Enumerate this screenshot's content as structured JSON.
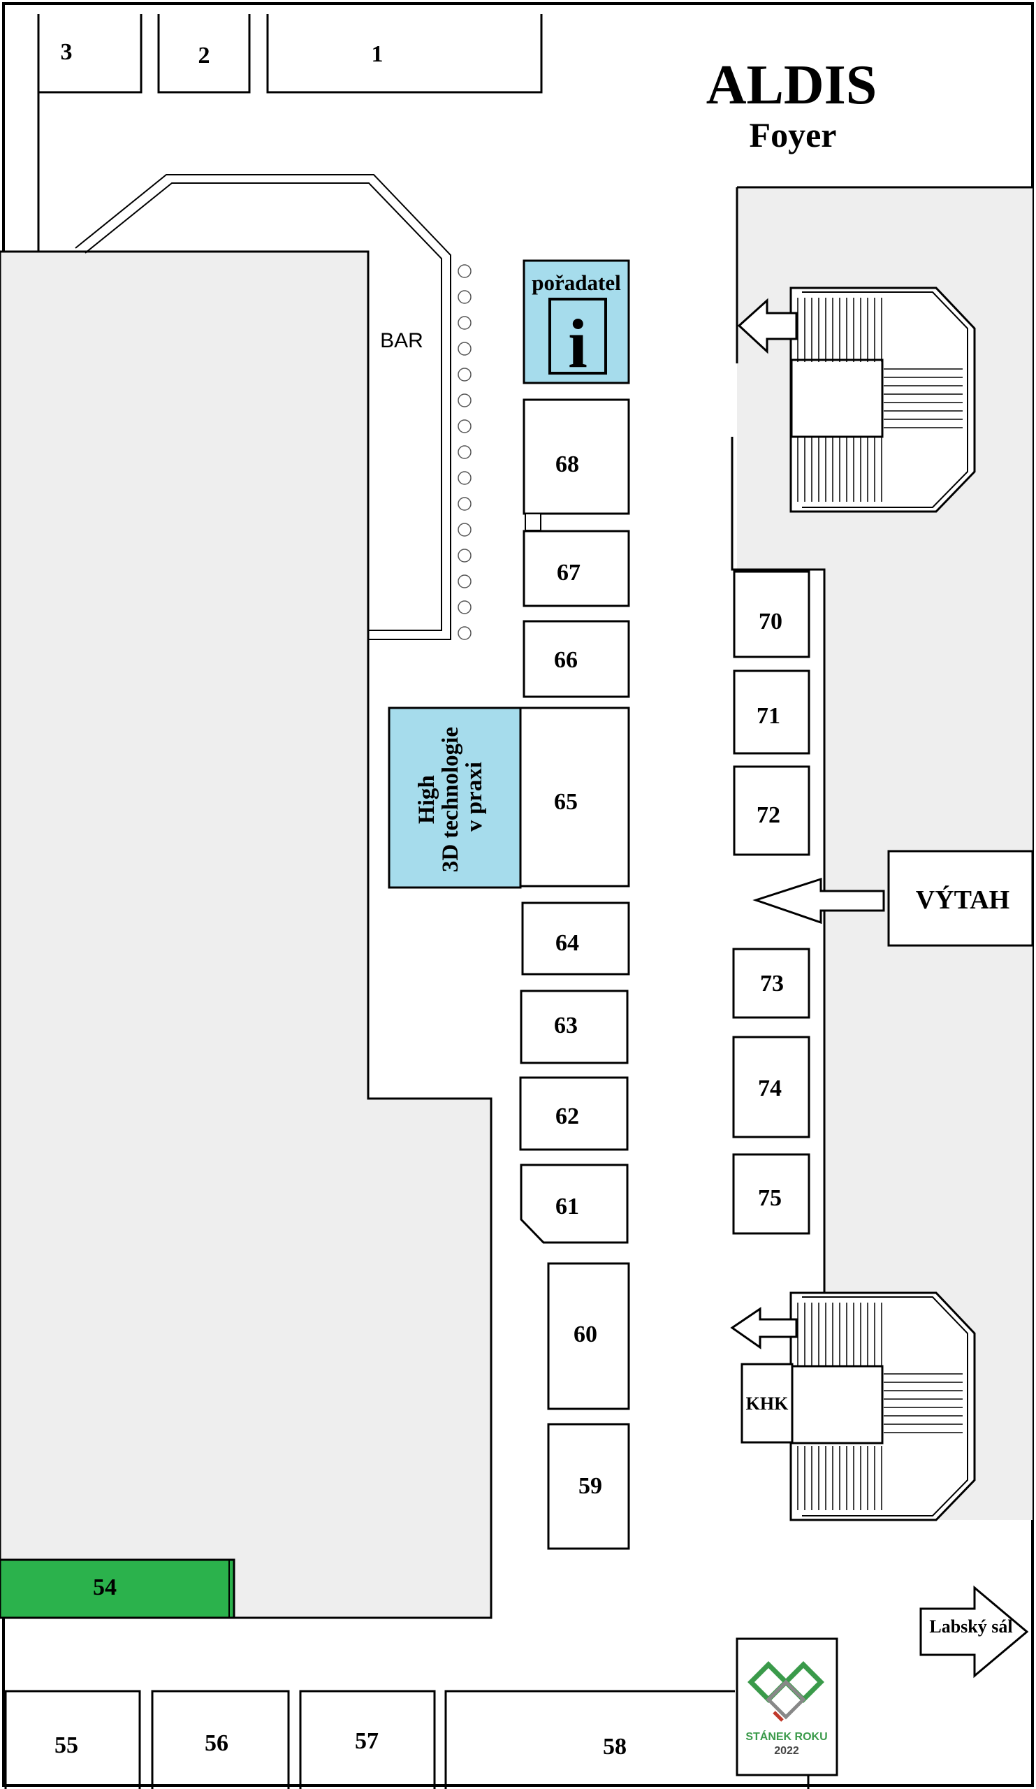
{
  "header": {
    "title": "ALDIS",
    "subtitle": "Foyer"
  },
  "labels": {
    "bar": "BAR",
    "organizer": "pořadatel",
    "info_glyph": "i",
    "high_tech": [
      "High",
      "3D technologie",
      "v praxi"
    ],
    "elevator": "VÝTAH",
    "khk": "KHK",
    "labsky_sal": "Labský sál",
    "award_line1": "STÁNEK ROKU",
    "award_line2": "2022"
  },
  "booths": {
    "b1": "1",
    "b2": "2",
    "b3": "3",
    "b54": "54",
    "b55": "55",
    "b56": "56",
    "b57": "57",
    "b58": "58",
    "b59": "59",
    "b60": "60",
    "b61": "61",
    "b62": "62",
    "b63": "63",
    "b64": "64",
    "b65": "65",
    "b66": "66",
    "b67": "67",
    "b68": "68",
    "b70": "70",
    "b71": "71",
    "b72": "72",
    "b73": "73",
    "b74": "74",
    "b75": "75"
  },
  "colors": {
    "wall_fill": "#eeeeee",
    "info_blue": "#a6dcec",
    "booth_green": "#2bb24c",
    "award_green": "#3a9a4a",
    "award_red": "#c0392b"
  }
}
